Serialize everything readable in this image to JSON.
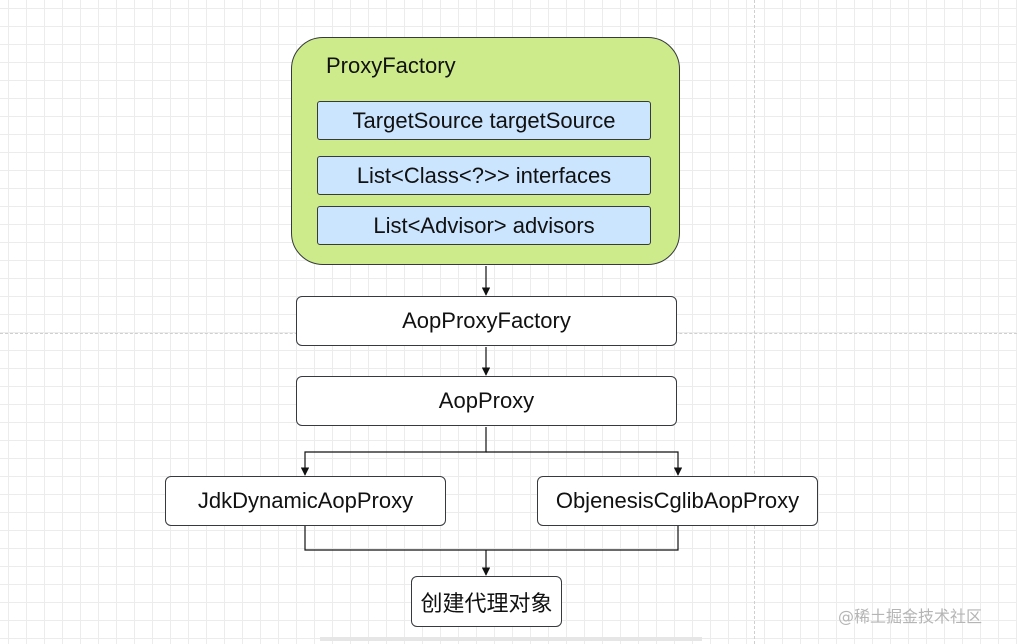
{
  "container": {
    "title": "ProxyFactory",
    "fields": [
      "TargetSource targetSource",
      "List<Class<?>> interfaces",
      "List<Advisor> advisors"
    ]
  },
  "nodes": {
    "aop_proxy_factory": "AopProxyFactory",
    "aop_proxy": "AopProxy",
    "jdk_proxy": "JdkDynamicAopProxy",
    "cglib_proxy": "ObjenesisCglibAopProxy",
    "create_object": "创建代理对象"
  },
  "watermark": "@稀土掘金技术社区",
  "colors": {
    "container_fill": "#cdeb8b",
    "field_fill": "#cce5ff",
    "stroke": "#36393d"
  }
}
